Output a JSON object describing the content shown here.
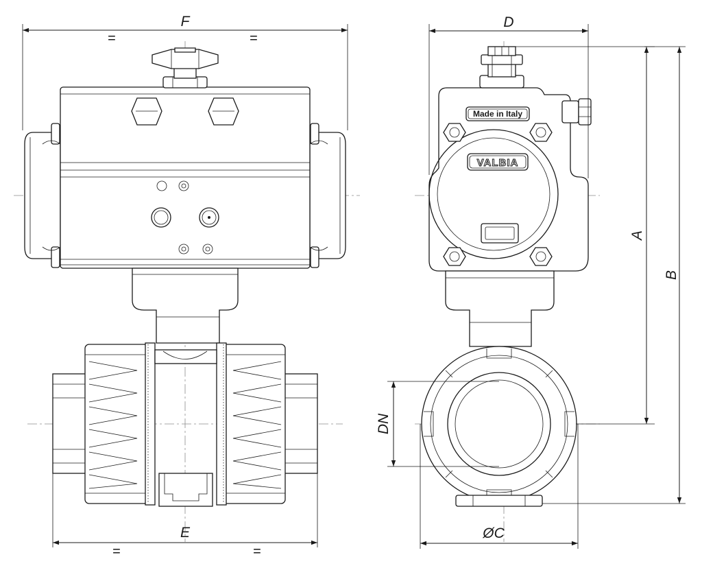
{
  "dimensions": {
    "F": "F",
    "D": "D",
    "A": "A",
    "B": "B",
    "E": "E",
    "DN": "DN",
    "C": "ØC"
  },
  "equal_marks": {
    "top_left": "=",
    "top_right": "=",
    "bottom_left": "=",
    "bottom_right": "="
  },
  "plates": {
    "made_in": "Made in Italy",
    "brand": "VALBIA"
  },
  "colors": {
    "line": "#1a1a1a",
    "axis": "#8a8a8a",
    "background": "#ffffff"
  }
}
